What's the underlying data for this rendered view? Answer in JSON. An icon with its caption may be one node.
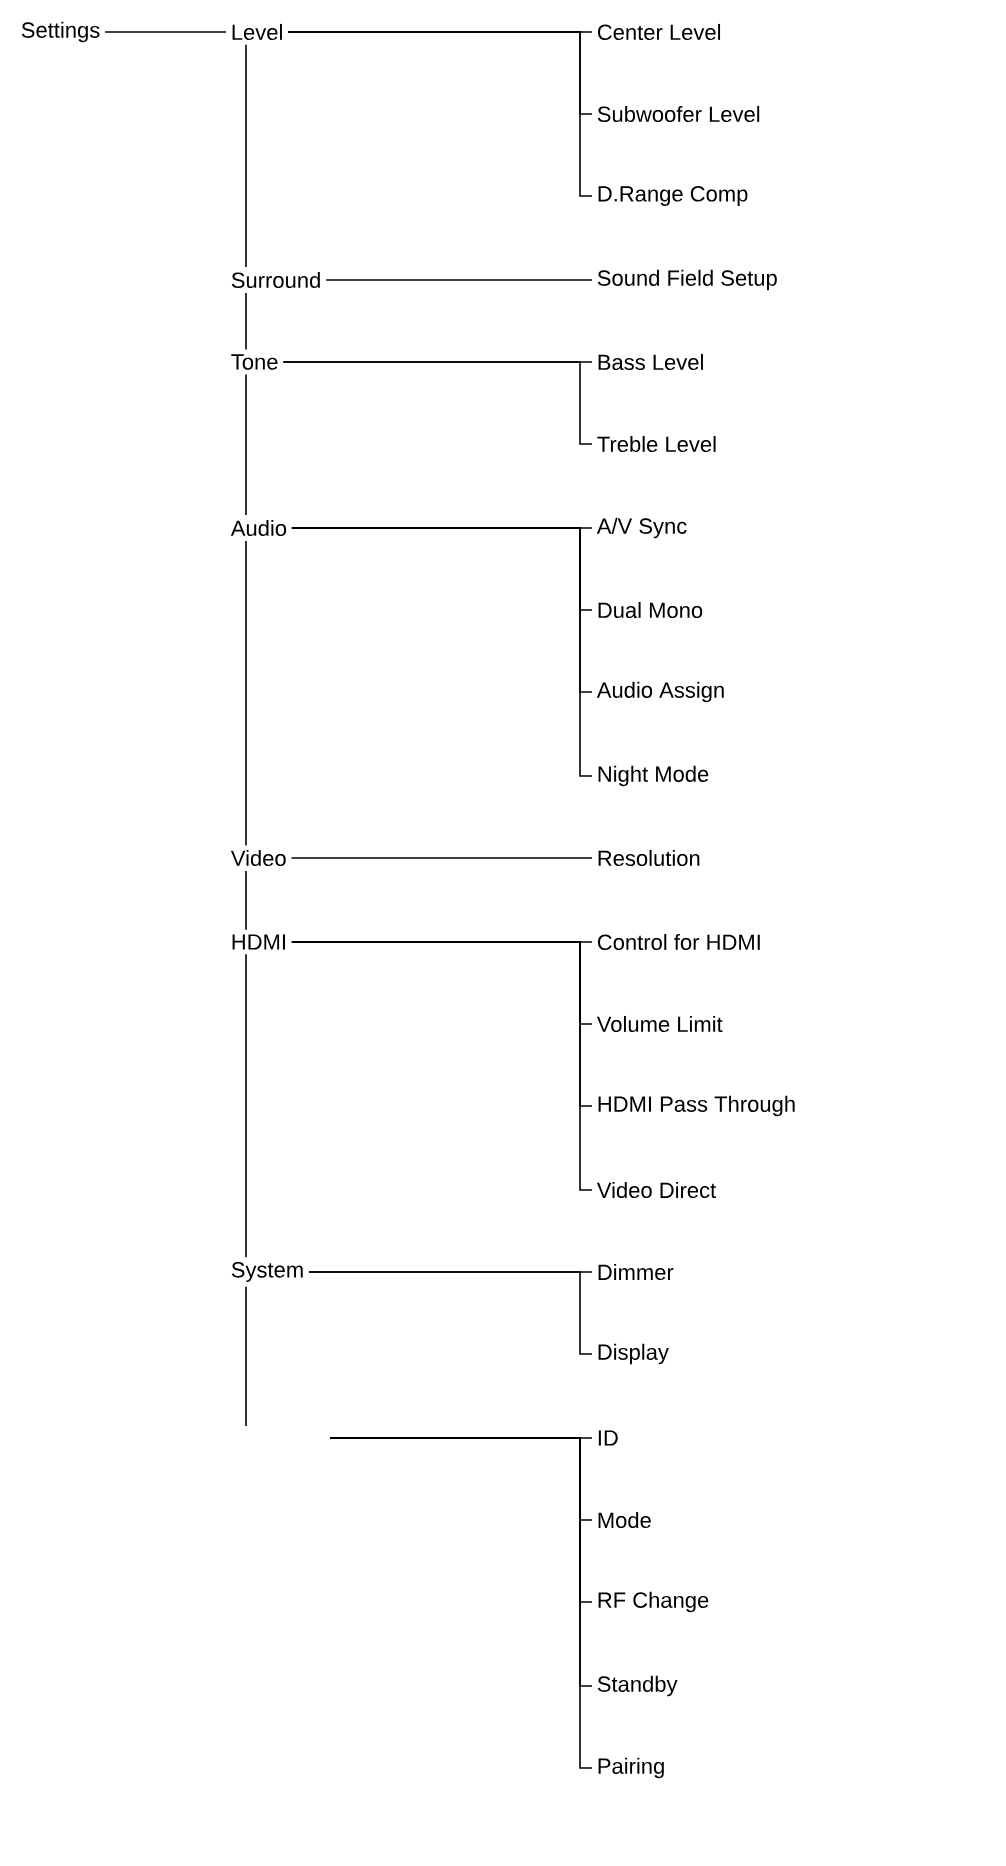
{
  "diagram": {
    "nodes": [
      {
        "text": [
          "Settings"
        ]
      },
      {
        "text": [
          "Level"
        ]
      },
      {
        "text": [
          "Center Level"
        ]
      },
      {
        "text": [
          "Subwoofer Level"
        ]
      },
      {
        "text": [
          "D.Range Comp"
        ]
      },
      {
        "text": [
          "Surround"
        ]
      },
      {
        "text": [
          "Sound Field Setup"
        ]
      },
      {
        "text": [
          "Tone"
        ]
      },
      {
        "text": [
          "Bass Level"
        ]
      },
      {
        "text": [
          "Treble Level"
        ]
      },
      {
        "text": [
          "Audio"
        ]
      },
      {
        "text": [
          "A/V Sync"
        ]
      },
      {
        "text": [
          "Dual Mono"
        ]
      },
      {
        "text": [
          "Audio Assign"
        ]
      },
      {
        "text": [
          "Night Mode"
        ]
      },
      {
        "text": [
          "Video"
        ]
      },
      {
        "text": [
          "Resolution"
        ]
      },
      {
        "text": [
          "HDMI"
        ]
      },
      {
        "text": [
          "Control for HDMI"
        ]
      },
      {
        "text": [
          "Volume Limit"
        ]
      },
      {
        "text": [
          "HDMI Pass Through"
        ]
      },
      {
        "text": [
          "Video Direct"
        ]
      },
      {
        "text": [
          "System"
        ]
      },
      {
        "text": [
          "Dimmer"
        ]
      },
      {
        "text": [
          "Display"
        ]
      },
      {
        "text": [
          "ID"
        ]
      },
      {
        "text": [
          "Mode"
        ]
      },
      {
        "text": [
          "RF Change"
        ]
      },
      {
        "text": [
          "Standby"
        ]
      },
      {
        "text": [
          "Pairing"
        ]
      }
    ],
    "edges": [
      {
        "from": 0,
        "to": 1,
        "arrow": "none"
      },
      {
        "from": 1,
        "to": 5,
        "arrow": "none"
      },
      {
        "from": 5,
        "to": 7,
        "arrow": "none"
      },
      {
        "from": 7,
        "to": 10,
        "arrow": "none"
      },
      {
        "from": 10,
        "to": 15,
        "arrow": "none"
      },
      {
        "from": 15,
        "to": 17,
        "arrow": "none"
      },
      {
        "from": 17,
        "to": 22,
        "arrow": "none"
      },
      {
        "from": 22,
        "to": null,
        "arrow": "none"
      },
      {
        "from": 1,
        "to": 2,
        "arrow": "none"
      },
      {
        "from": 1,
        "to": 3,
        "arrow": "none"
      },
      {
        "from": 1,
        "to": 4,
        "arrow": "none"
      },
      {
        "from": 5,
        "to": 6,
        "arrow": "none"
      },
      {
        "from": 7,
        "to": 8,
        "arrow": "none"
      },
      {
        "from": 7,
        "to": 9,
        "arrow": "none"
      },
      {
        "from": 10,
        "to": 11,
        "arrow": "none"
      },
      {
        "from": 10,
        "to": 12,
        "arrow": "none"
      },
      {
        "from": 10,
        "to": 13,
        "arrow": "none"
      },
      {
        "from": 10,
        "to": 14,
        "arrow": "none"
      },
      {
        "from": 15,
        "to": 16,
        "arrow": "none"
      },
      {
        "from": 17,
        "to": 18,
        "arrow": "none"
      },
      {
        "from": 17,
        "to": 19,
        "arrow": "none"
      },
      {
        "from": 17,
        "to": 20,
        "arrow": "none"
      },
      {
        "from": 17,
        "to": 21,
        "arrow": "none"
      },
      {
        "from": 22,
        "to": 23,
        "arrow": "none"
      },
      {
        "from": 22,
        "to": 24,
        "arrow": "none"
      },
      {
        "from": null,
        "to": 25,
        "arrow": "none"
      },
      {
        "from": null,
        "to": 26,
        "arrow": "none"
      },
      {
        "from": null,
        "to": 27,
        "arrow": "none"
      },
      {
        "from": null,
        "to": 28,
        "arrow": "none"
      },
      {
        "from": null,
        "to": 29,
        "arrow": "none"
      }
    ]
  }
}
